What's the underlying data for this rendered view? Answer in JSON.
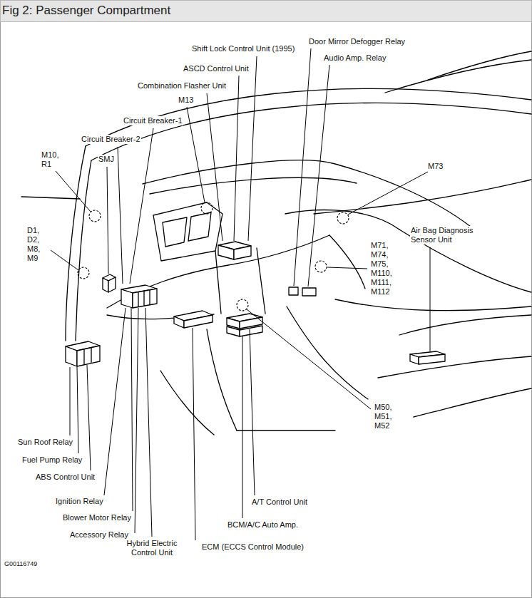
{
  "diagram": {
    "title": "Fig 2: Passenger Compartment",
    "labels": [
      "Shift Lock Control Unit (1995)",
      "Door Mirror Defogger Relay",
      "Audio Amp. Relay",
      "ASCD Control Unit",
      "Combination Flasher Unit",
      "M13",
      "Circuit Breaker-1",
      "Circuit Breaker-2",
      "SMJ",
      "M10, R1",
      "M73",
      "D1, D2, M8, M9",
      "Air Bag Diagnosis Sensor Unit",
      "M71, M74, M75, M110, M111, M112",
      "M50, M51, M52",
      "Sun Roof Relay",
      "Fuel Pump Relay",
      "ABS Control Unit",
      "Ignition Relay",
      "A/T Control Unit",
      "Blower Motor Relay",
      "BCM/A/C Auto Amp.",
      "Accessory Relay",
      "Hybrid Electric Control Unit",
      "ECM (ECCS Control Module)",
      "G00116749"
    ]
  }
}
